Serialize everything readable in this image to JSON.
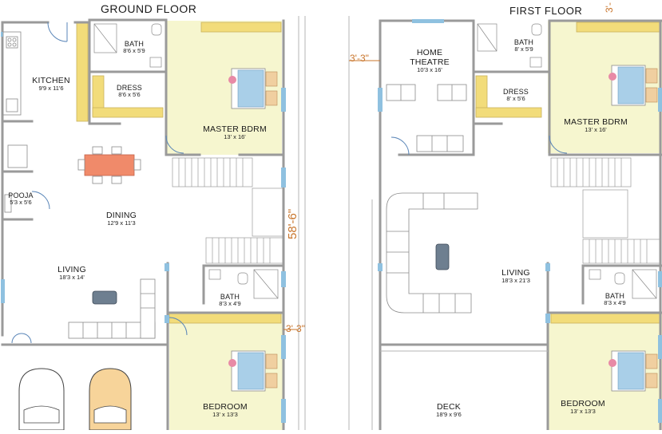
{
  "ground": {
    "title": "GROUND FLOOR",
    "rooms": {
      "kitchen": {
        "name": "KITCHEN",
        "dim": "9'9 x 11'6"
      },
      "bath": {
        "name": "BATH",
        "dim": "8'6 x 5'9"
      },
      "dress": {
        "name": "DRESS",
        "dim": "8'6 x 5'6"
      },
      "master": {
        "name": "MASTER BDRM",
        "dim": "13' x 16'"
      },
      "pooja": {
        "name": "POOJA",
        "dim": "5'3 x 5'6"
      },
      "dining": {
        "name": "DINING",
        "dim": "12'9 x 11'3"
      },
      "living": {
        "name": "LIVING",
        "dim": "18'3 x 14'"
      },
      "bath2": {
        "name": "BATH",
        "dim": "8'3 x 4'9"
      },
      "bedroom": {
        "name": "BEDROOM",
        "dim": "13' x 13'3"
      }
    },
    "dim_vertical": "58'-6\"",
    "dim_offset": "3'-3\""
  },
  "first": {
    "title": "FIRST FLOOR",
    "rooms": {
      "theatre": {
        "name": "HOME THEATRE",
        "dim": "10'3 x 16'"
      },
      "bath": {
        "name": "BATH",
        "dim": "8' x 5'9"
      },
      "dress": {
        "name": "DRESS",
        "dim": "8' x 5'6"
      },
      "master": {
        "name": "MASTER BDRM",
        "dim": "13' x 16'"
      },
      "living": {
        "name": "LIVING",
        "dim": "18'3 x 21'3"
      },
      "bath2": {
        "name": "BATH",
        "dim": "8'3 x 4'9"
      },
      "deck": {
        "name": "DECK",
        "dim": "18'9 x 9'6"
      },
      "bedroom": {
        "name": "BEDROOM",
        "dim": "13' x 13'3"
      }
    },
    "dim_left": "3'-3\"",
    "dim_top": "3'-"
  },
  "colors": {
    "wall": "#9a9a9a",
    "window": "#8fc1e0",
    "bedroom_fill": "#f6f6cf",
    "wardrobe": "#f2dc7a",
    "bed_fill": "#a9cfe8",
    "pillow": "#f0cfa0",
    "table": "#f08a6a",
    "dim": "#c8742a",
    "car_fill": "#f7d49a"
  }
}
